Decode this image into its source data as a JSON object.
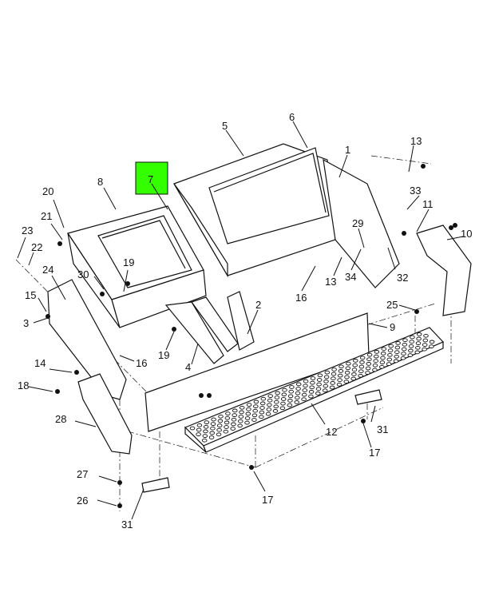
{
  "highlight_color": "#33ff00",
  "labels": {
    "l1": "1",
    "l2": "2",
    "l3": "3",
    "l4": "4",
    "l5": "5",
    "l6": "6",
    "l7": "7",
    "l8": "8",
    "l9": "9",
    "l10": "10",
    "l11": "11",
    "l12": "12",
    "l13a": "13",
    "l13b": "13",
    "l14": "14",
    "l15": "15",
    "l16a": "16",
    "l16b": "16",
    "l17a": "17",
    "l17b": "17",
    "l18": "18",
    "l19a": "19",
    "l19b": "19",
    "l20": "20",
    "l21": "21",
    "l22": "22",
    "l23": "23",
    "l24": "24",
    "l25": "25",
    "l26": "26",
    "l27": "27",
    "l28": "28",
    "l29": "29",
    "l30": "30",
    "l31a": "31",
    "l31b": "31",
    "l32": "32",
    "l33": "33",
    "l34": "34"
  }
}
